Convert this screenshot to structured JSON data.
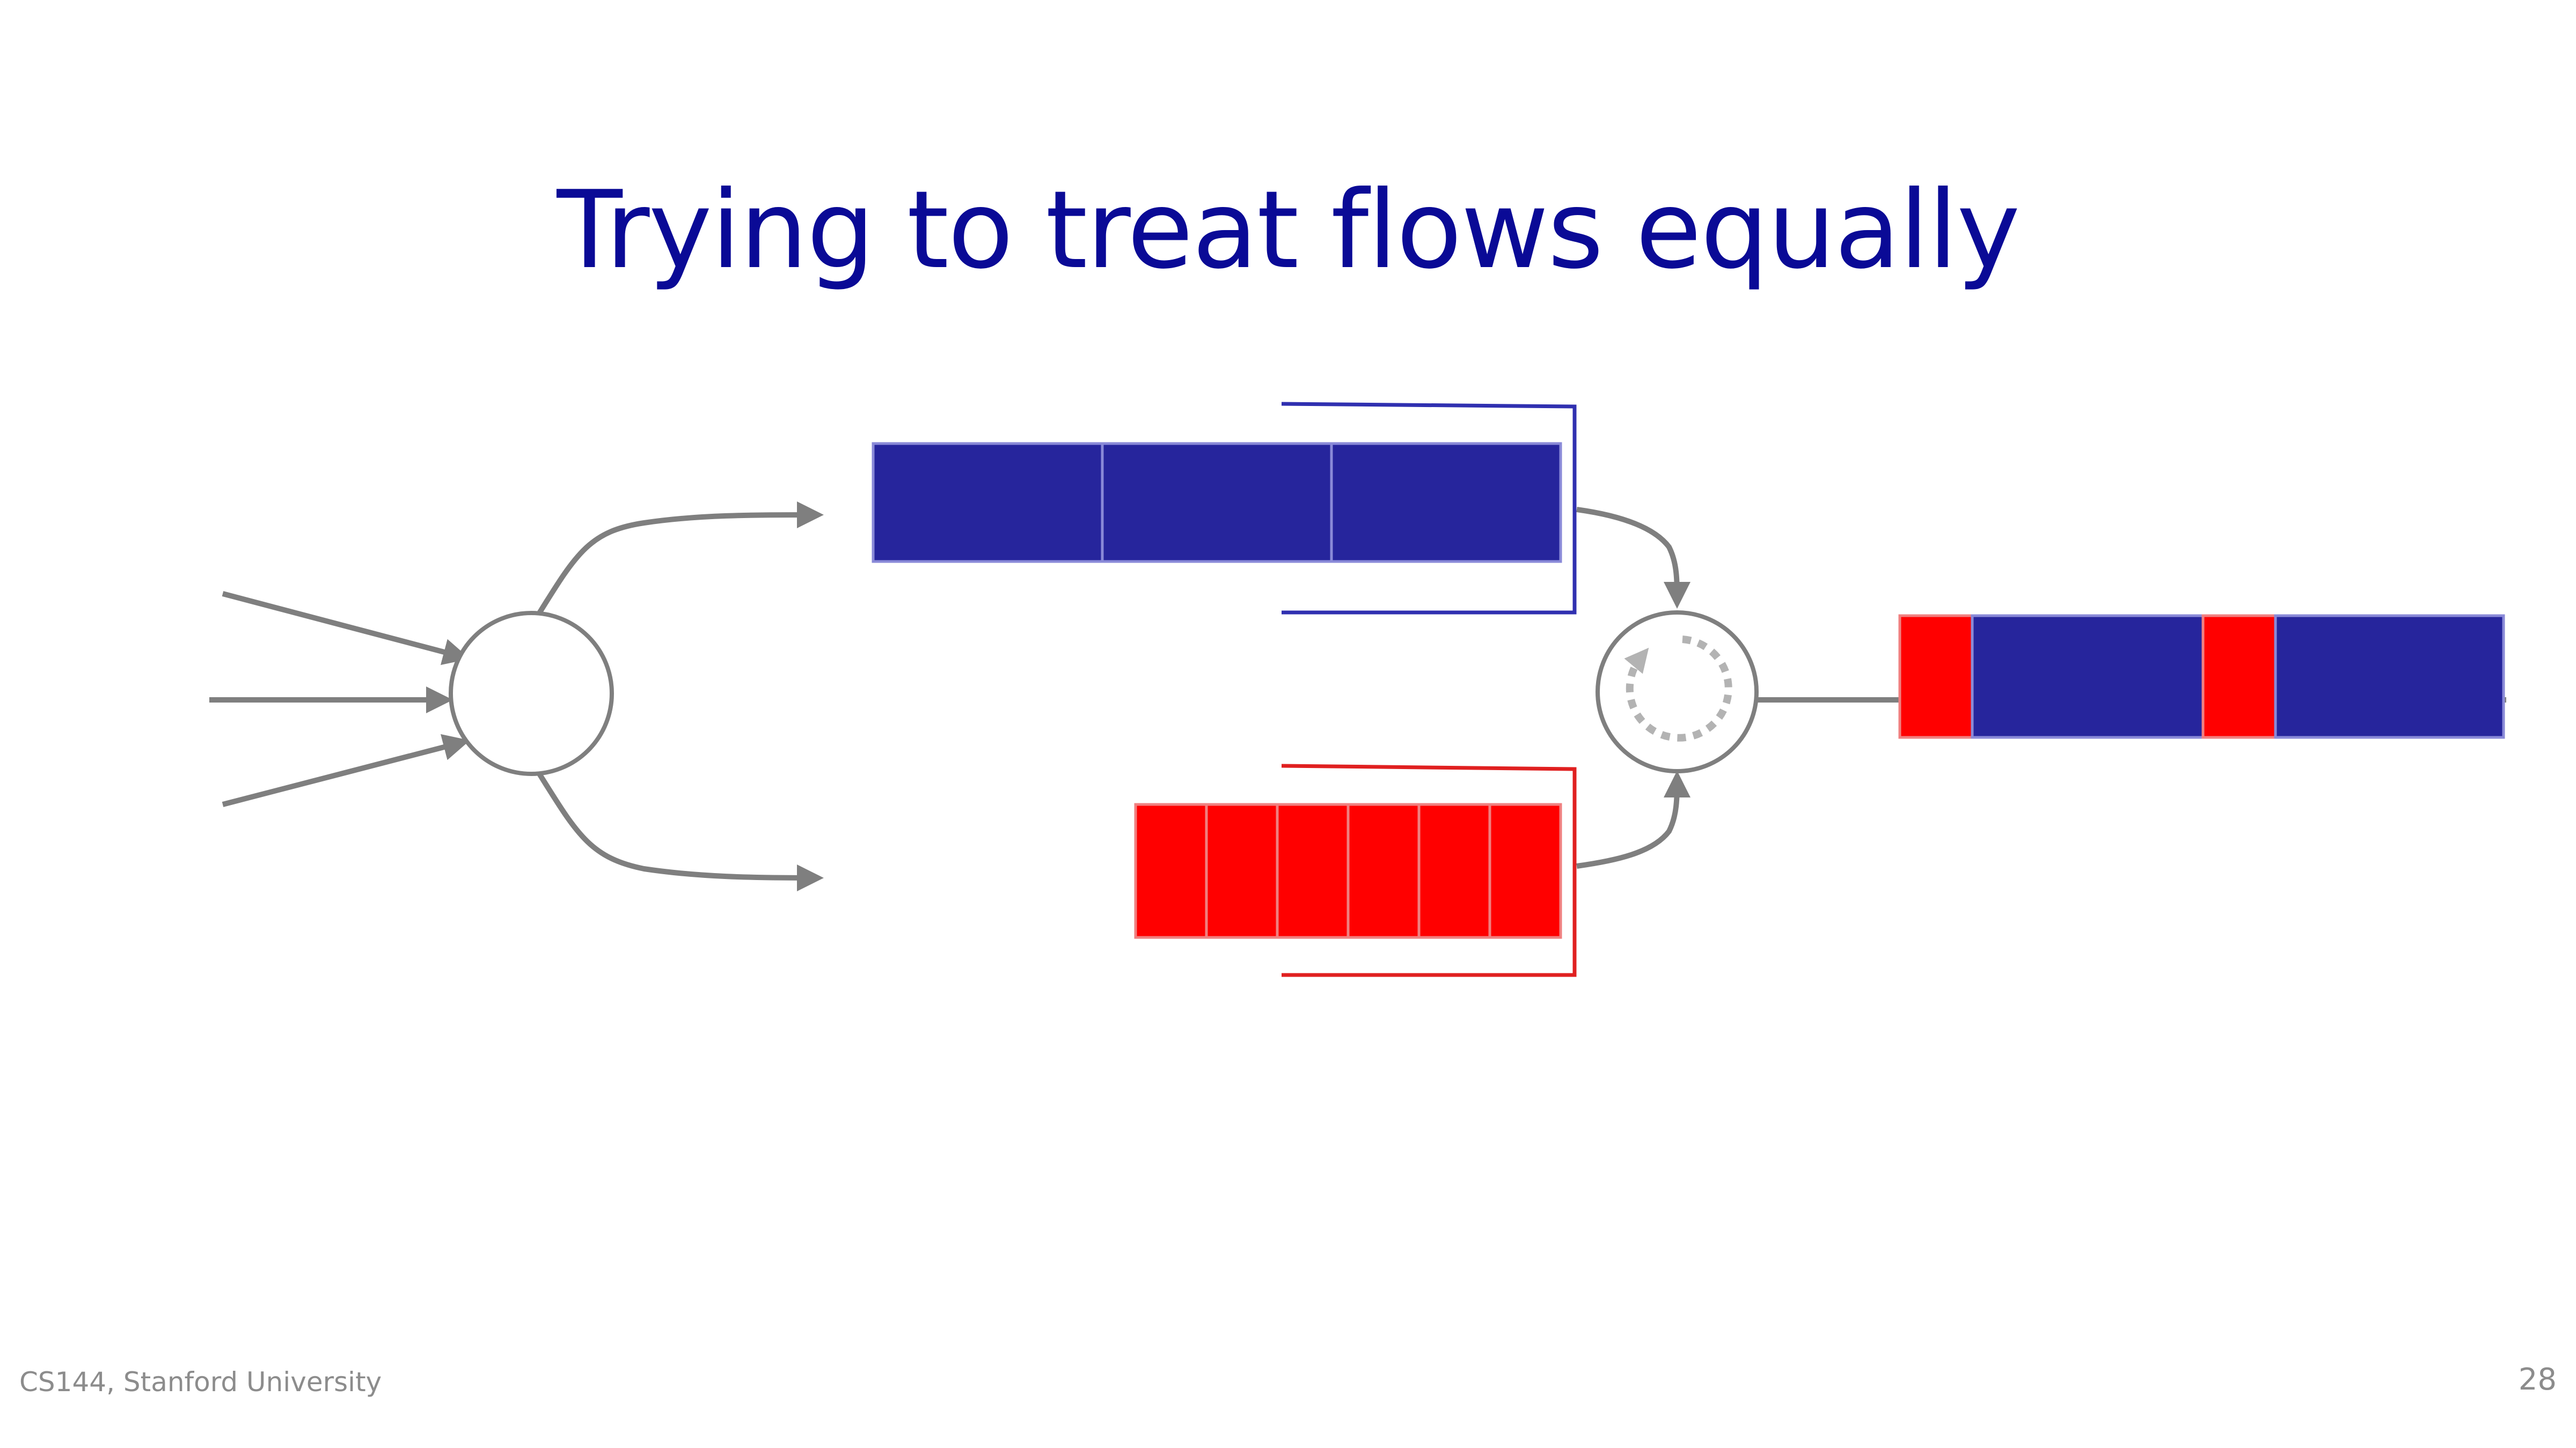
{
  "slide": {
    "title": "Trying to treat flows equally",
    "footer_left": "CS144, Stanford University",
    "page_number": "28"
  },
  "colors": {
    "title": "#0a0a96",
    "blue_flow": "#26259c",
    "red_flow": "#ff0000",
    "cell_border_blue": "#8a8ad8",
    "cell_border_red": "#f08080",
    "arrow": "#7f7f7f",
    "scheduler_arrow": "#b3b3b3"
  },
  "diagram": {
    "input_arrows": 3,
    "blue_queue_packets": 3,
    "red_queue_packets": 6,
    "output_sequence": [
      "red",
      "blue",
      "red",
      "blue"
    ],
    "icons": [
      "classifier-circle-icon",
      "round-robin-scheduler-icon"
    ]
  }
}
